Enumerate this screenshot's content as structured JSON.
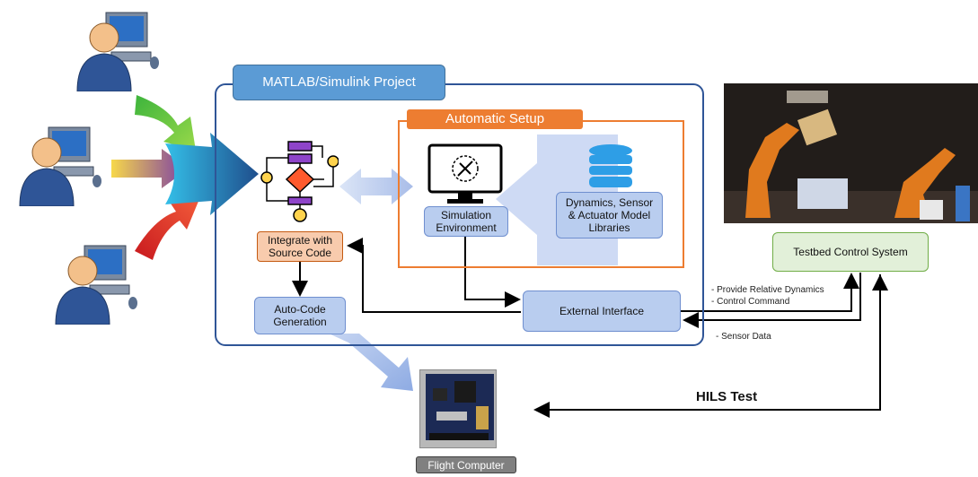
{
  "project": {
    "title": "MATLAB/Simulink Project"
  },
  "setup": {
    "title": "Automatic Setup"
  },
  "blocks": {
    "integrate": "Integrate with\nSource Code",
    "autocode": "Auto-Code\nGeneration",
    "sim_env": "Simulation\nEnvironment",
    "dyn_lib": "Dynamics, Sensor\n& Actuator Model\nLibraries",
    "ext_if": "External Interface",
    "testbed": "Testbed Control System",
    "flight_computer": "Flight Computer"
  },
  "annotations": {
    "provide": "-  Provide Relative Dynamics",
    "control": "-  Control Command",
    "sensor": "-  Sensor Data",
    "hils": "HILS Test"
  },
  "icons": [
    "user-workstation-icon",
    "flowchart-icon",
    "monitor-icon",
    "database-icon",
    "robot-testbed-photo",
    "flight-computer-board"
  ],
  "colors": {
    "project": "#2f5597",
    "setup": "#ed7d31",
    "blocks": "#b9cdef",
    "testbed": "#e2f0d9",
    "integrate": "#f8cbad"
  }
}
